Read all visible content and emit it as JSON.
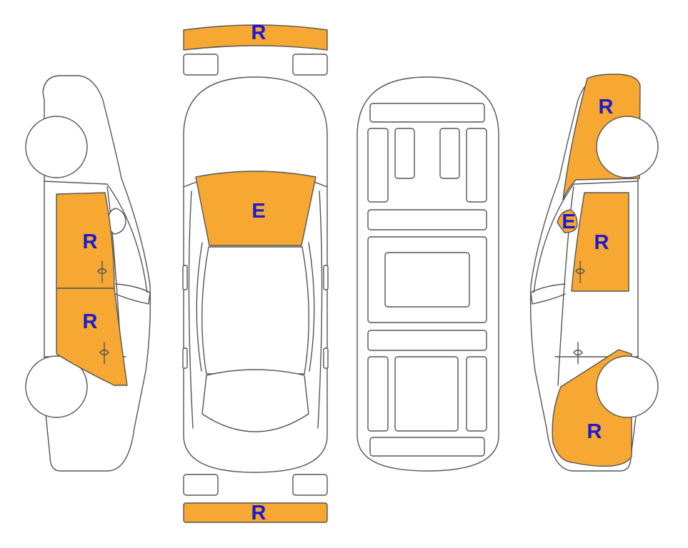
{
  "colors": {
    "damage_fill": "#F7A832",
    "label_text": "#1A1ACF",
    "outline": "#555555",
    "background": "#FFFFFF"
  },
  "marks": {
    "rear_bumper": "R",
    "windshield": "E",
    "front_bumper": "R",
    "left_front_door": "R",
    "left_rear_door": "R",
    "right_rear_quarter": "R",
    "right_mirror": "E",
    "right_rear_door": "R",
    "right_front_fender": "R"
  }
}
